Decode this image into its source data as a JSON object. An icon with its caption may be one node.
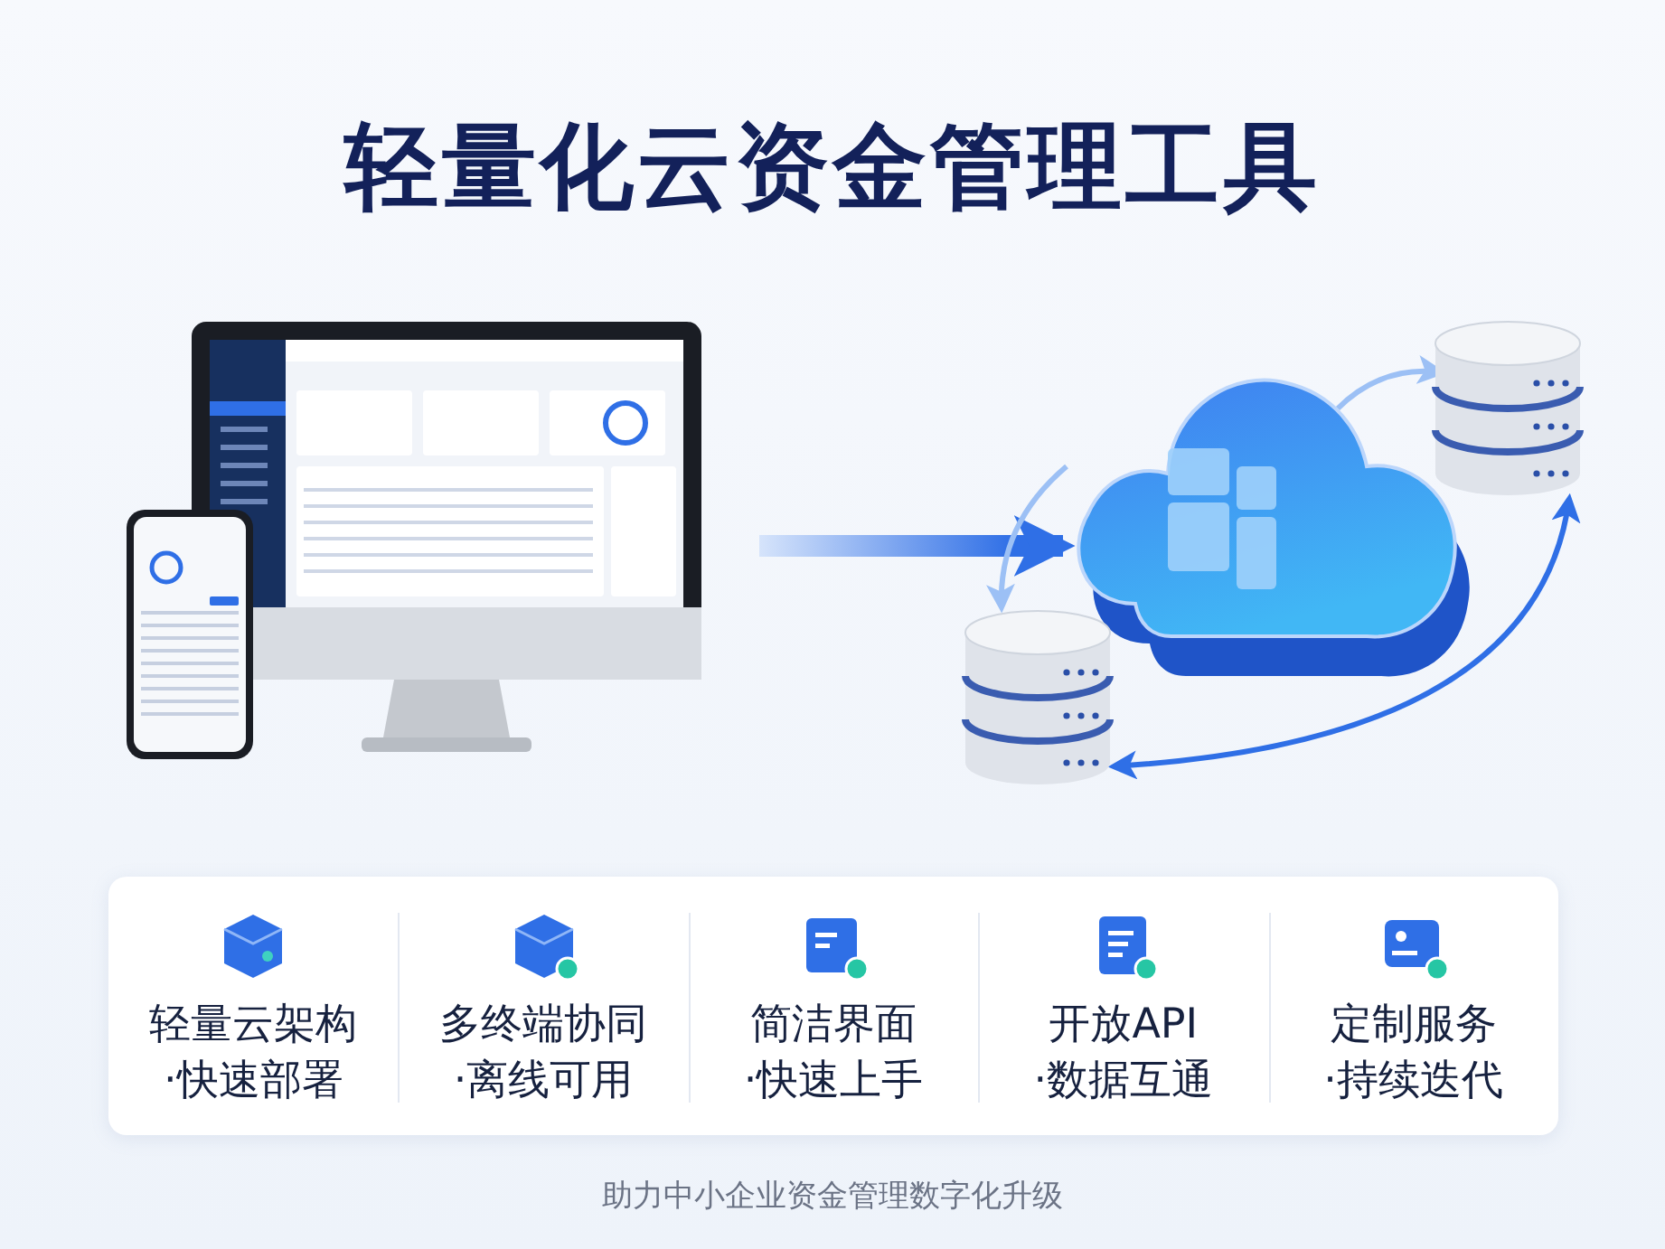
{
  "diagram": {
    "title": "轻量化云资金管理工具",
    "nodes": [
      {
        "text": [],
        "shape": "picture"
      },
      {
        "text": [],
        "shape": "cloud"
      },
      {
        "text": [],
        "shape": "cylinder"
      },
      {
        "text": [],
        "shape": "cylinder"
      },
      {
        "text": [],
        "shape": "box"
      },
      {
        "text": [
          "轻量云架构",
          "·快速部署"
        ],
        "in": 4
      },
      {
        "text": [
          "多终端协同",
          "·离线可用"
        ],
        "in": 4
      },
      {
        "text": [
          "简洁界面",
          "·快速上手"
        ],
        "in": 4
      },
      {
        "text": [
          "开放API",
          "·数据互通"
        ],
        "in": 4
      },
      {
        "text": [
          "定制服务",
          "·持续迭代"
        ],
        "in": 4
      }
    ],
    "edges": [
      {
        "from": 0,
        "to": 1,
        "arrow": "to",
        "style": "thick"
      },
      {
        "from": 1,
        "to": 2,
        "arrow": "to",
        "color": "#9cc0f5"
      },
      {
        "from": 1,
        "to": 3,
        "arrow": "to",
        "color": "#9cc0f5"
      },
      {
        "from": 2,
        "to": 3,
        "arrow": "both",
        "color": "#2f6fe6"
      }
    ],
    "caption": "助力中小企业资金管理数字化升级"
  }
}
